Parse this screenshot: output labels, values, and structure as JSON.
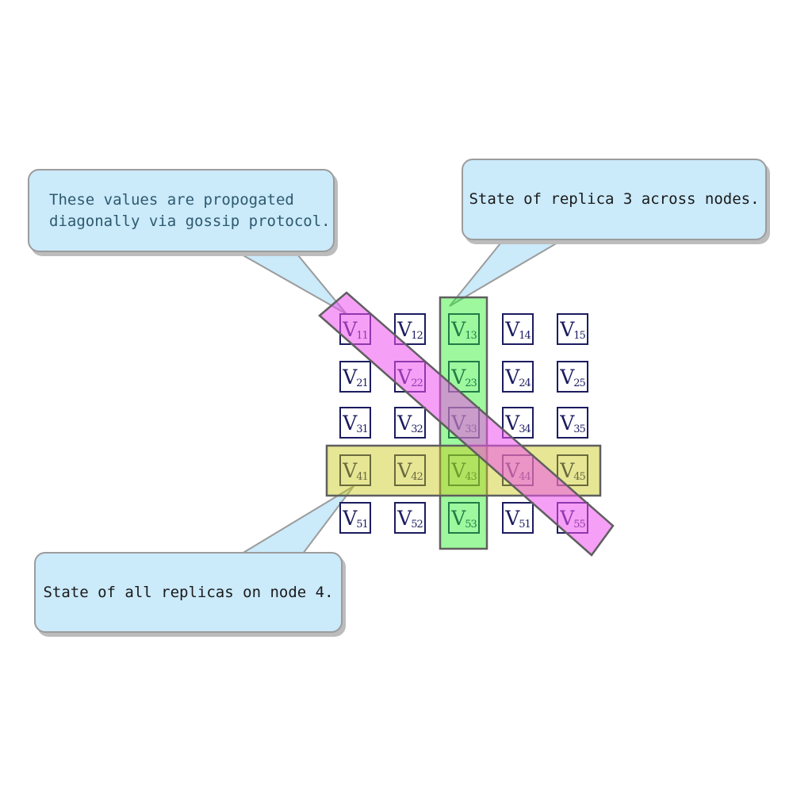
{
  "callouts": {
    "gossip": {
      "line1": "These values are propogated",
      "line2": "diagonally via gossip protocol.",
      "text_color": "#2d5a6e",
      "points_to": "diagonal-band"
    },
    "replica3": {
      "text": "State of replica 3 across nodes.",
      "text_color": "#1a1a1a",
      "points_to": "column-3-band"
    },
    "node4": {
      "text": "State of all replicas on node 4.",
      "text_color": "#1a1a1a",
      "points_to": "row-4-band"
    }
  },
  "grid": {
    "rows": 5,
    "cols": 5,
    "cells": [
      {
        "v": "V",
        "sub": "11"
      },
      {
        "v": "V",
        "sub": "12"
      },
      {
        "v": "V",
        "sub": "13"
      },
      {
        "v": "V",
        "sub": "14"
      },
      {
        "v": "V",
        "sub": "15"
      },
      {
        "v": "V",
        "sub": "21"
      },
      {
        "v": "V",
        "sub": "22"
      },
      {
        "v": "V",
        "sub": "23"
      },
      {
        "v": "V",
        "sub": "24"
      },
      {
        "v": "V",
        "sub": "25"
      },
      {
        "v": "V",
        "sub": "31"
      },
      {
        "v": "V",
        "sub": "32"
      },
      {
        "v": "V",
        "sub": "33"
      },
      {
        "v": "V",
        "sub": "34"
      },
      {
        "v": "V",
        "sub": "35"
      },
      {
        "v": "V",
        "sub": "41"
      },
      {
        "v": "V",
        "sub": "42"
      },
      {
        "v": "V",
        "sub": "43"
      },
      {
        "v": "V",
        "sub": "44"
      },
      {
        "v": "V",
        "sub": "45"
      },
      {
        "v": "V",
        "sub": "51"
      },
      {
        "v": "V",
        "sub": "52"
      },
      {
        "v": "V",
        "sub": "53"
      },
      {
        "v": "V",
        "sub": "51"
      },
      {
        "v": "V",
        "sub": "55"
      }
    ]
  },
  "bands": {
    "column3": {
      "meaning": "State of replica 3 across nodes.",
      "fill": "rgba(40,240,40,0.45)",
      "stroke": "#5f5f5f"
    },
    "row4": {
      "meaning": "State of all replicas on node 4.",
      "fill": "rgba(200,200,20,0.45)",
      "stroke": "#5f5f5f"
    },
    "diagonal": {
      "meaning": "These values are propogated diagonally via gossip protocol.",
      "fill": "rgba(238,80,238,0.55)",
      "stroke": "#5f5f5f"
    }
  },
  "colors": {
    "callout_fill": "#cbeafa",
    "callout_border": "#9c9c9c",
    "cell_border": "#1c1c60",
    "cell_text": "#1c1c60",
    "tail_fill": "#cbeafa",
    "tail_stroke": "#9c9c9c",
    "background": "#ffffff"
  }
}
